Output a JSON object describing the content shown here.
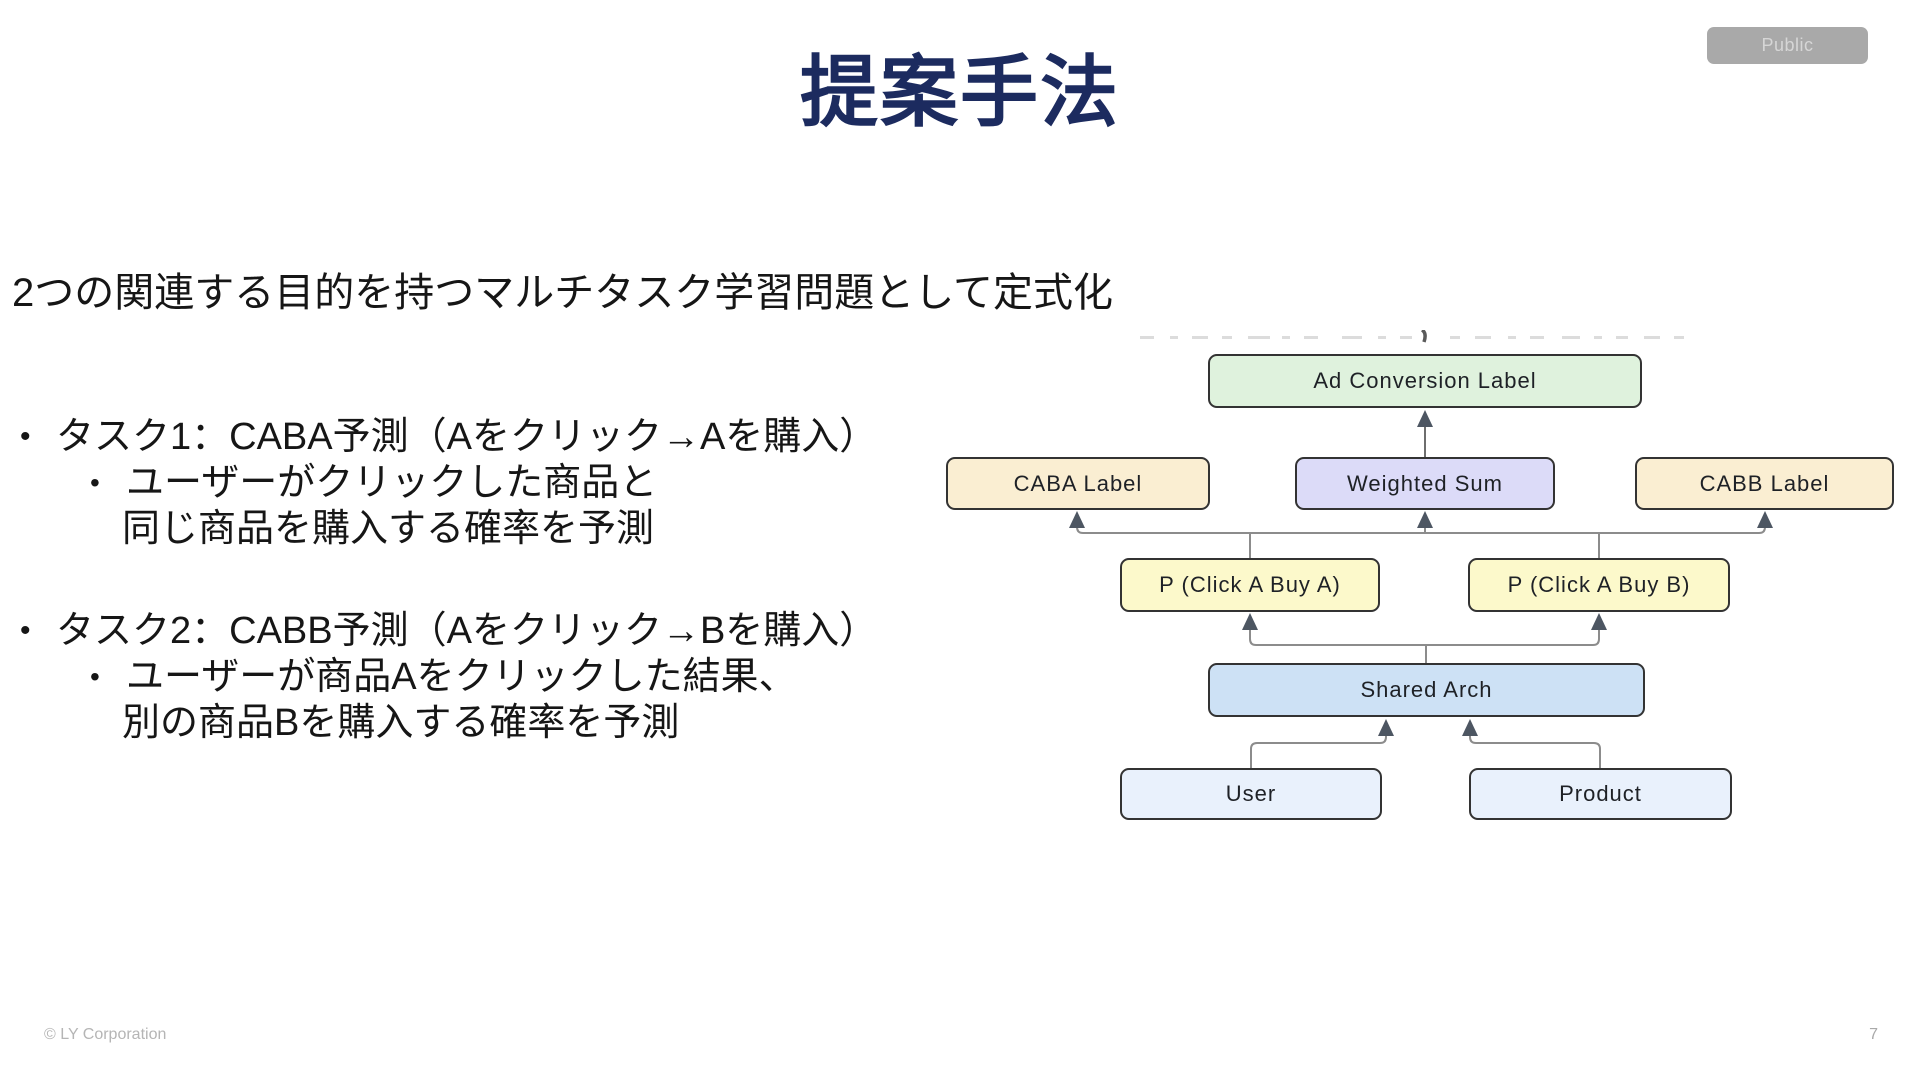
{
  "badge": {
    "label": "Public"
  },
  "header": {
    "title": "提案手法"
  },
  "lead": "2つの関連する目的を持つマルチタスク学習問題として定式化",
  "bullets": [
    {
      "marker": "•",
      "main": "タスク1：CABA予測（Aをクリック→Aを購入）",
      "sub_marker": "•",
      "sub": [
        "ユーザーがクリックした商品と",
        "同じ商品を購入する確率を予測"
      ]
    },
    {
      "marker": "•",
      "main": "タスク2：CABB予測（Aをクリック→Bを購入）",
      "sub_marker": "•",
      "sub": [
        "ユーザーが商品Aをクリックした結果、",
        "別の商品Bを購入する確率を予測"
      ]
    }
  ],
  "diagram": {
    "nodes": [
      {
        "id": "ad-conversion-label",
        "label": "Ad Conversion Label",
        "fill": "#dff2dd"
      },
      {
        "id": "caba-label",
        "label": "CABA Label",
        "fill": "#faeed2"
      },
      {
        "id": "weighted-sum",
        "label": "Weighted Sum",
        "fill": "#dcdbf8"
      },
      {
        "id": "cabb-label",
        "label": "CABB Label",
        "fill": "#faeed2"
      },
      {
        "id": "p-click-a-buy-a",
        "label": "P (Click A Buy A)",
        "fill": "#fcf9cb"
      },
      {
        "id": "p-click-a-buy-b",
        "label": "P (Click A Buy B)",
        "fill": "#fcf9cb"
      },
      {
        "id": "shared-arch",
        "label": "Shared Arch",
        "fill": "#cde1f5"
      },
      {
        "id": "user",
        "label": "User",
        "fill": "#e9f1fc"
      },
      {
        "id": "product",
        "label": "Product",
        "fill": "#e9f1fc"
      }
    ]
  },
  "footer": {
    "copyright": "© LY Corporation",
    "page_number": "7"
  },
  "colors": {
    "title": "#1c2b5f",
    "body_text": "#161616",
    "badge_bg": "#a9a9a9",
    "badge_text": "#d6d6d6",
    "node_border": "#333333",
    "connector_line": "#8c8c8c",
    "arrowhead": "#4d5662",
    "footer_text": "#b5b5b5"
  }
}
